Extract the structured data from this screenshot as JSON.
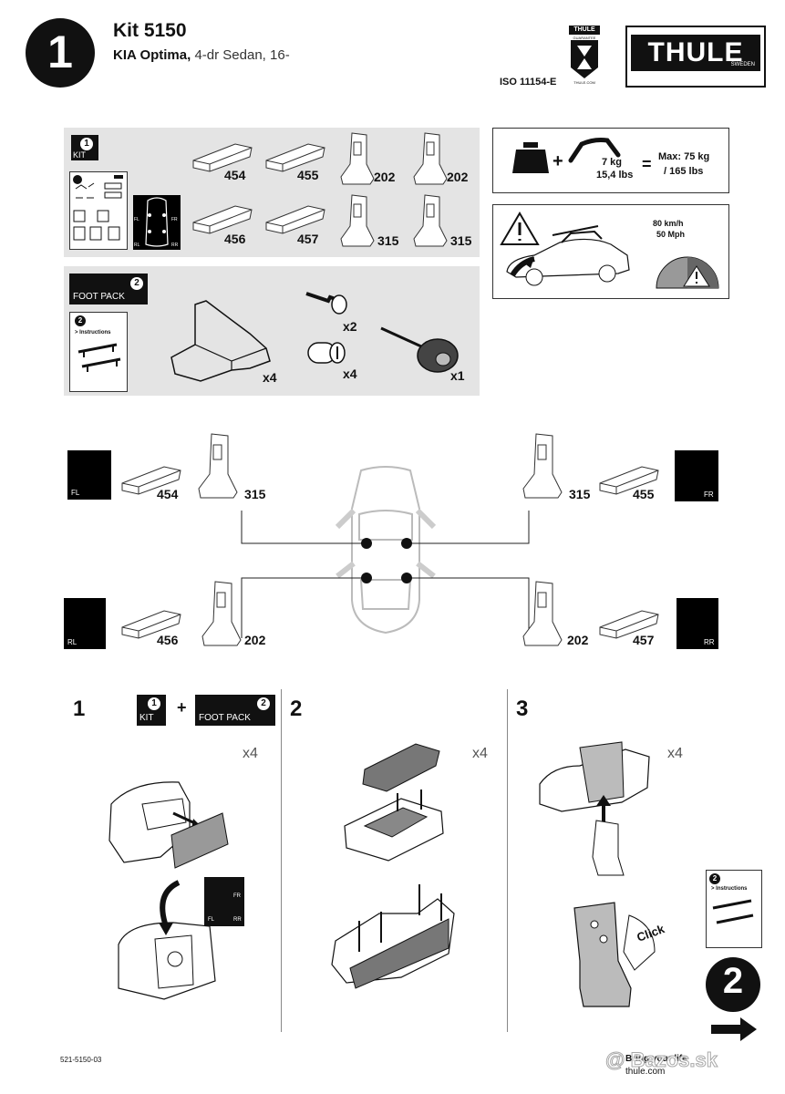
{
  "header": {
    "step": "1",
    "kit_title": "Kit 5150",
    "model_bold": "KIA Optima,",
    "model_rest": " 4-dr Sedan, 16-",
    "iso": "ISO 11154-E",
    "guarantee_top": "THULE",
    "guarantee_mid": "GUARANTEE",
    "guarantee_site": "THULE.COM",
    "logo": "THULE",
    "logo_sub": "SWEDEN"
  },
  "kit_panel": {
    "badge": "1",
    "label": "KIT",
    "pads": [
      "454",
      "455",
      "456",
      "457"
    ],
    "feet": [
      "202",
      "202",
      "315",
      "315"
    ],
    "corners": [
      "FL",
      "FR",
      "RL",
      "RR"
    ]
  },
  "foot_panel": {
    "badge": "2",
    "label": "FOOT PACK",
    "instr_badge": "2",
    "instr_text": "> Instructions",
    "foot_qty": "x4",
    "key_qty": "x2",
    "lock_qty": "x4",
    "tool_qty": "x1"
  },
  "load": {
    "plus": "+",
    "weight1": "7 kg",
    "weight2": "15,4 lbs",
    "equals": "=",
    "max1": "Max: 75 kg",
    "max2": "/ 165 lbs",
    "speed1": "80 km/h",
    "speed2": "50 Mph"
  },
  "positions": {
    "fl": {
      "corner": "FL",
      "pad": "454",
      "foot": "315"
    },
    "fr": {
      "corner": "FR",
      "pad": "455",
      "foot": "315"
    },
    "rl": {
      "corner": "RL",
      "pad": "456",
      "foot": "202"
    },
    "rr": {
      "corner": "RR",
      "pad": "457",
      "foot": "202"
    }
  },
  "steps": {
    "s1": {
      "num": "1",
      "kit_badge": "1",
      "kit_label": "KIT",
      "plus": "+",
      "pack_badge": "2",
      "pack_label": "FOOT PACK",
      "qty": "x4",
      "fl": "FL",
      "fr": "FR",
      "rr": "RR"
    },
    "s2": {
      "num": "2",
      "qty": "x4"
    },
    "s3": {
      "num": "3",
      "qty": "x4",
      "click": "Click",
      "instr_badge": "2",
      "instr_text": "> Instructions",
      "next": "2"
    }
  },
  "footer": {
    "code": "521-5150-03",
    "slogan": "Bring your life",
    "site": "thule.com",
    "watermark": "@ Bazos.sk"
  }
}
